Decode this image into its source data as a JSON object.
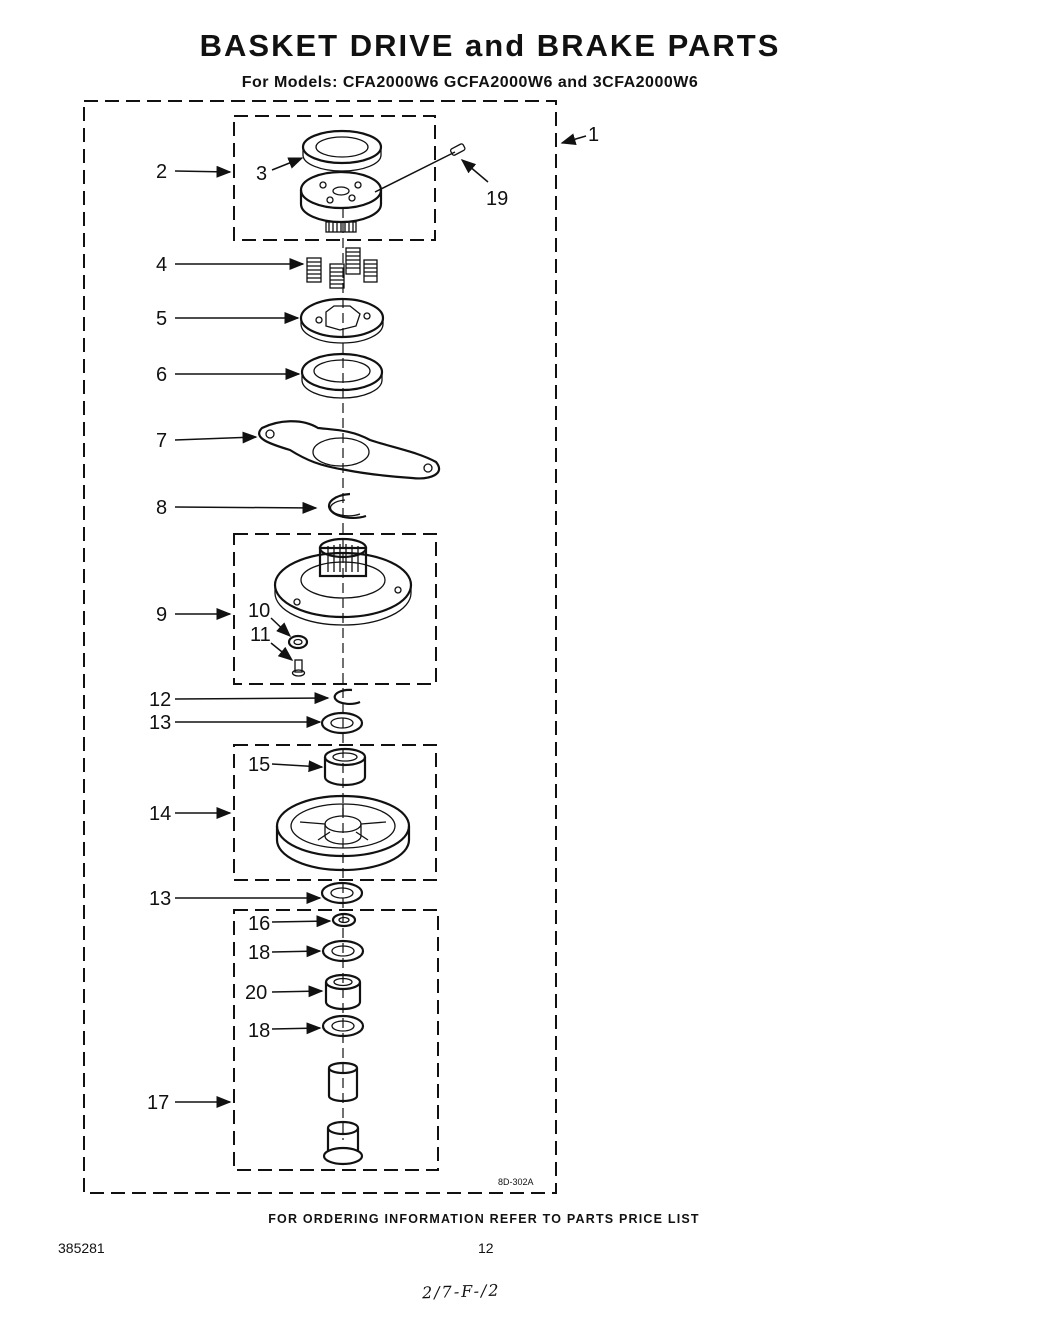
{
  "header": {
    "title": "BASKET DRIVE and BRAKE PARTS",
    "subtitle": "For Models: CFA2000W6 GCFA2000W6 and 3CFA2000W6"
  },
  "diagram": {
    "callouts": [
      "1",
      "2",
      "3",
      "19",
      "4",
      "5",
      "6",
      "7",
      "8",
      "9",
      "10",
      "11",
      "12",
      "13",
      "15",
      "14",
      "13",
      "16",
      "18",
      "20",
      "18",
      "17"
    ],
    "drawing_code": "8D-302A"
  },
  "footer": {
    "ordering_note": "FOR ORDERING INFORMATION REFER TO PARTS PRICE LIST",
    "document_number": "385281",
    "page_number": "12",
    "handwritten_note": "2/7-F-/2"
  }
}
